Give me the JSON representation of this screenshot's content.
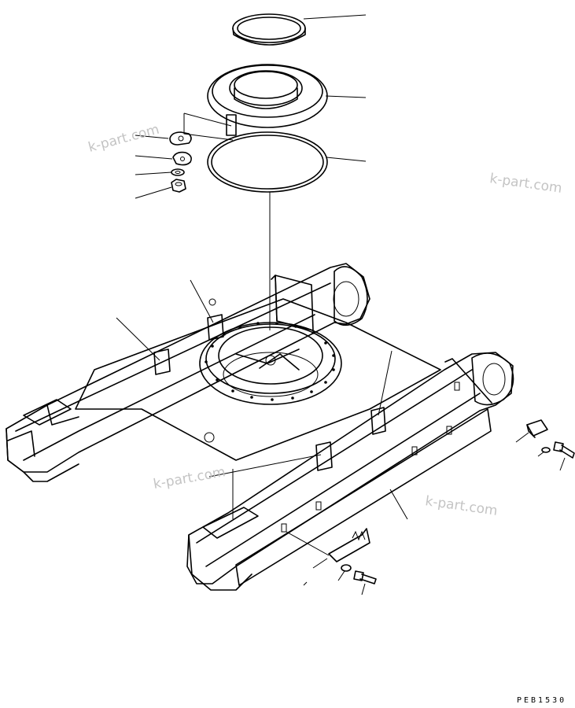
{
  "drawing": {
    "code": "PEB1530",
    "watermarks": [
      "k-part.com",
      "k-part.com",
      "k-part.com",
      "k-part.com"
    ]
  }
}
